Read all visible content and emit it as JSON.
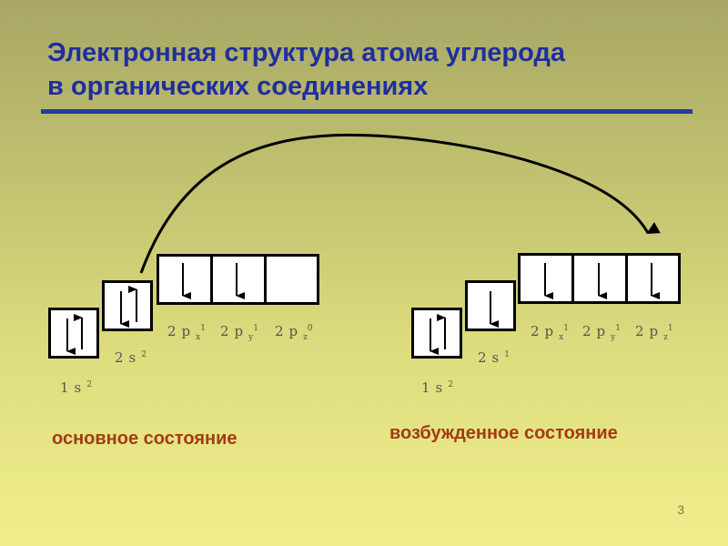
{
  "title": {
    "line1": "Электронная структура атома углерода",
    "line2": "в органических соединениях"
  },
  "ground_state": {
    "label": "основное состояние",
    "orbitals": [
      {
        "name": "1s",
        "sup": "2",
        "sub": ""
      },
      {
        "name": "2s",
        "sup": "2",
        "sub": ""
      },
      {
        "name": "2p",
        "sub": "x",
        "sup": "1"
      },
      {
        "name": "2p",
        "sub": "y",
        "sup": "1"
      },
      {
        "name": "2p",
        "sub": "z",
        "sup": "0"
      }
    ]
  },
  "excited_state": {
    "label": "возбужденное состояние",
    "orbitals": [
      {
        "name": "1s",
        "sup": "2",
        "sub": ""
      },
      {
        "name": "2s",
        "sup": "1",
        "sub": ""
      },
      {
        "name": "2p",
        "sub": "x",
        "sup": "1"
      },
      {
        "name": "2p",
        "sub": "y",
        "sup": "1"
      },
      {
        "name": "2p",
        "sub": "z",
        "sup": "1"
      }
    ]
  },
  "page_number": "3"
}
